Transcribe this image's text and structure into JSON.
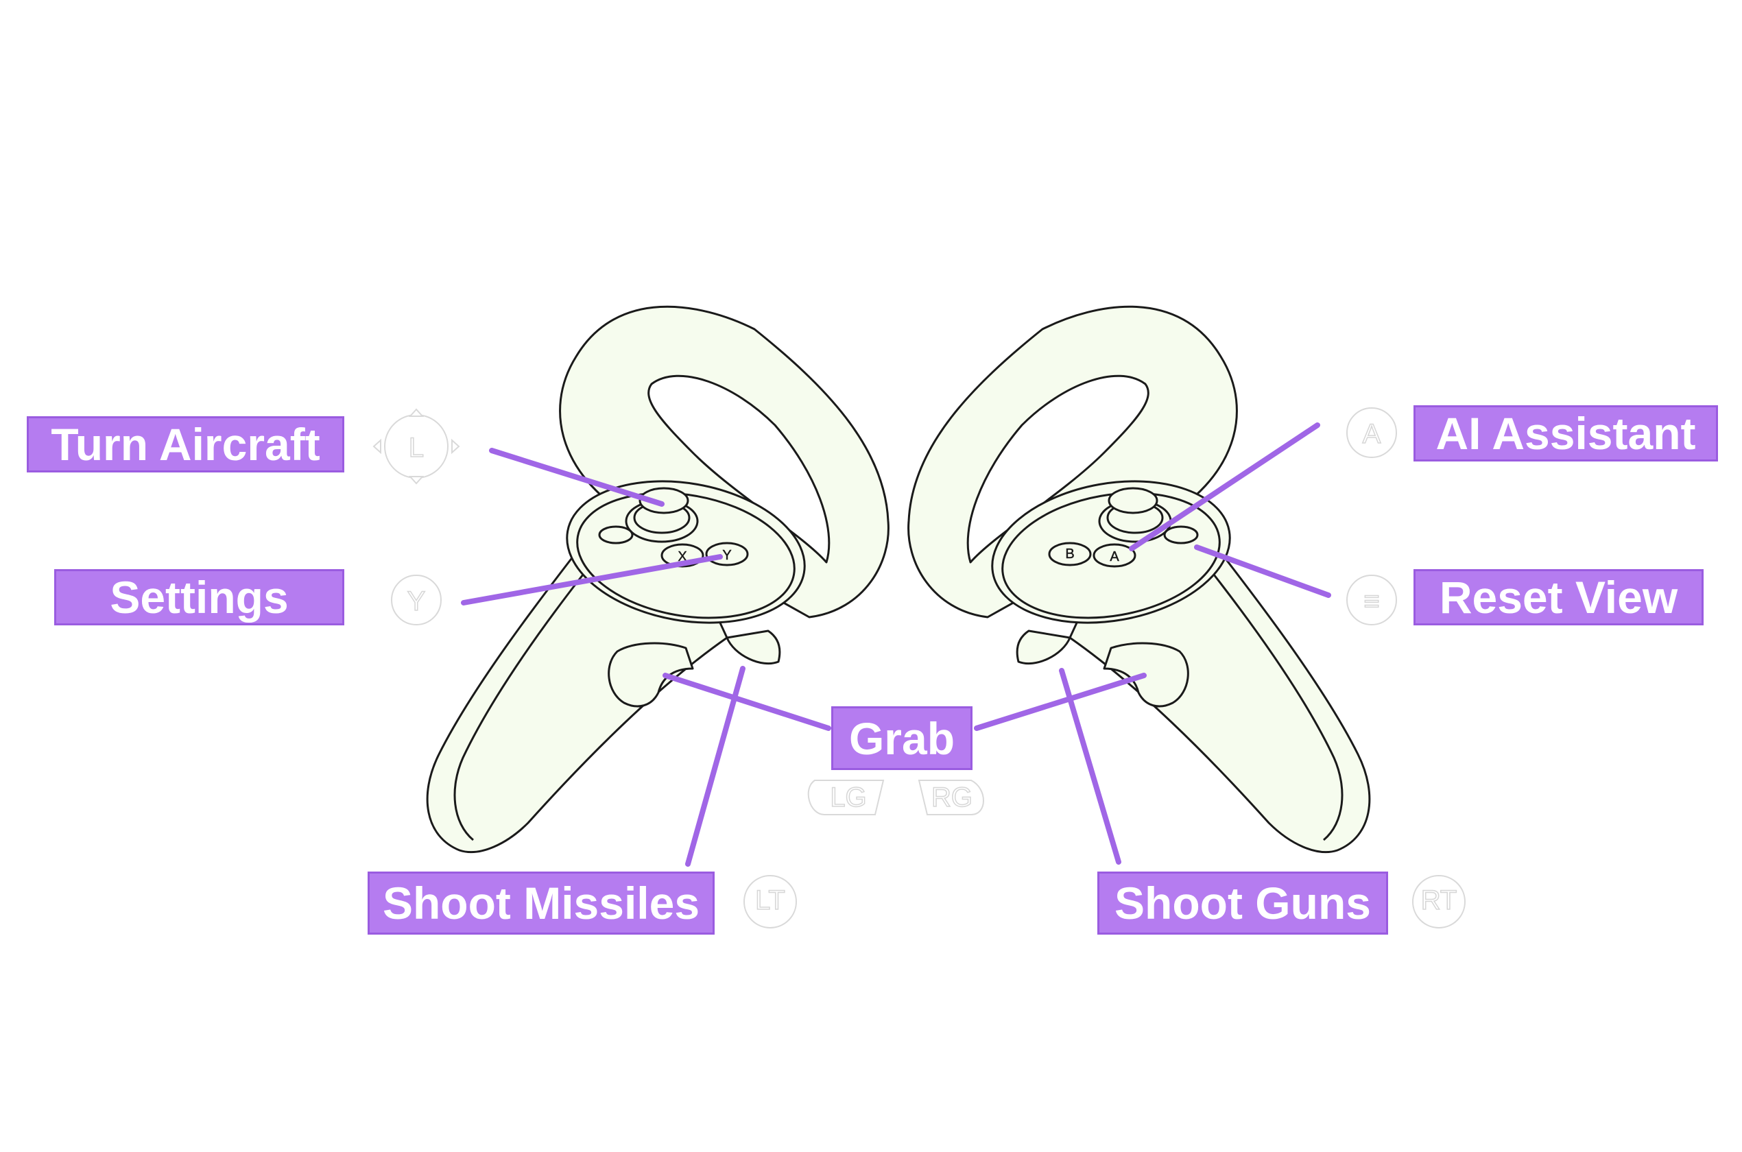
{
  "labels": {
    "turn_aircraft": "Turn Aircraft",
    "settings": "Settings",
    "ai_assistant": "AI Assistant",
    "reset_view": "Reset View",
    "grab": "Grab",
    "shoot_missiles": "Shoot Missiles",
    "shoot_guns": "Shoot Guns"
  },
  "glyphs": {
    "left_stick": "L",
    "y_button": "Y",
    "a_button": "A",
    "menu_button": "≡",
    "left_grip": "LG",
    "right_grip": "RG",
    "left_trigger": "LT",
    "right_trigger": "RT"
  },
  "controller_buttons": {
    "left_face": [
      "X",
      "Y"
    ],
    "right_face": [
      "B",
      "A"
    ]
  },
  "colors": {
    "label_fill": "#b57cf0",
    "leader_line": "#a066e6",
    "controller_fill": "#f6fcee",
    "outline": "#1a1a1a"
  }
}
